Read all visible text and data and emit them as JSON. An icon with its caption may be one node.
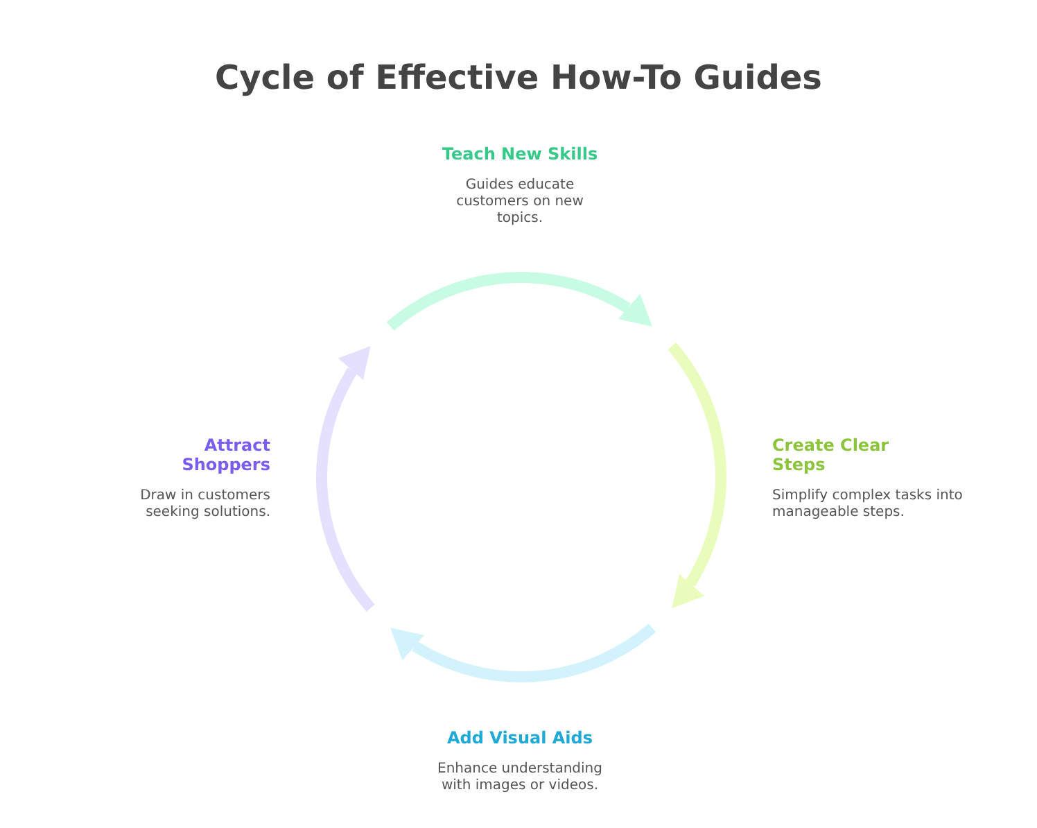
{
  "diagram": {
    "title": "Cycle of Effective How-To Guides",
    "nodes": [
      {
        "text": [
          "Teach New Skills",
          "Guides educate customers on new topics."
        ]
      },
      {
        "text": [
          "Create Clear Steps",
          "Simplify complex tasks into manageable steps."
        ]
      },
      {
        "text": [
          "Add Visual Aids",
          "Enhance understanding with images or videos."
        ]
      },
      {
        "text": [
          "Attract Shoppers",
          "Draw in customers seeking solutions."
        ]
      }
    ]
  }
}
